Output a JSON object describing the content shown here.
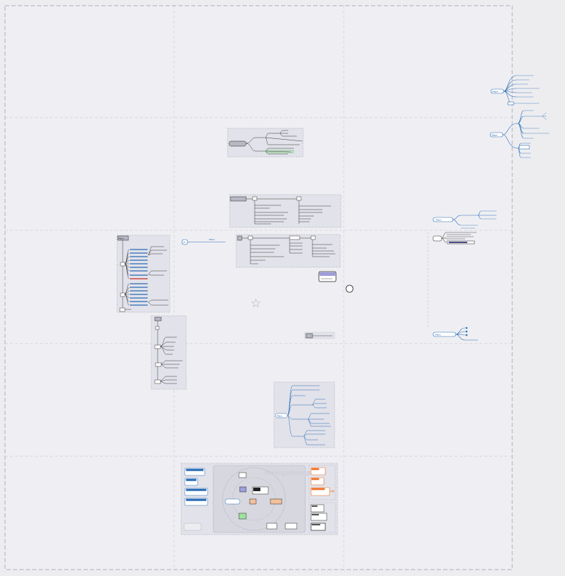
{
  "canvas": {
    "title": "Navigation panel",
    "center_glyph": "☆",
    "colors": {
      "background": "#ededf0",
      "grid": "#c8c8d4",
      "frame": "#c4c4cf",
      "branch_blue": "#2a6db5",
      "node_dark": "#222222",
      "group_fill": "#e2e2ea",
      "orange": "#ef6a1e",
      "green": "#3cc43c",
      "purple": "#9e9edc"
    },
    "nodes": {
      "right_top_root": "Mapa",
      "right_mid_root": "Mapa",
      "right_lower_root": "Menu",
      "right_bottom_root": "Menu",
      "center_root": "Menu",
      "left_group_title": "Menu",
      "small_entry": "M",
      "small_entry_label": "Menu"
    }
  }
}
